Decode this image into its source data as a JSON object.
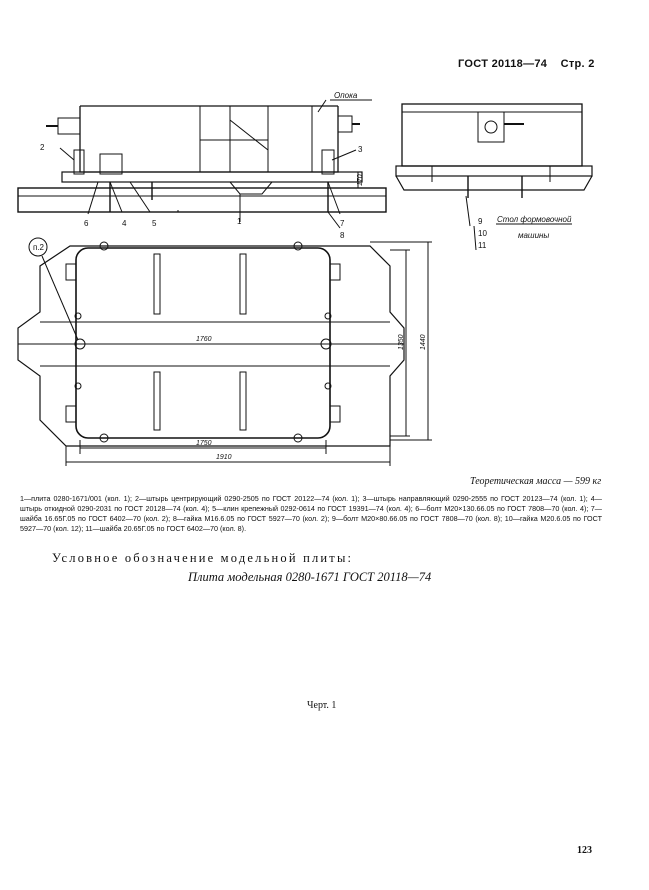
{
  "header": {
    "standard": "ГОСТ 20118—74",
    "page": "Стр. 2"
  },
  "drawing_labels": {
    "opoka": "Опока",
    "stol": "Стол формовочной",
    "mashiny": "машины",
    "view_p": "п.2",
    "callouts": [
      "1",
      "2",
      "3",
      "4",
      "5",
      "6",
      "7",
      "8",
      "9",
      "10",
      "11"
    ],
    "dims": {
      "d1760": "1760",
      "d1750": "1750",
      "d1910": "1910",
      "d1350": "1350",
      "d1440": "1440",
      "d170": "170"
    }
  },
  "mass": "Теоретическая масса — 599 кг",
  "legend": "1—плита 0280-1671/001 (кол. 1); 2—штырь центрирующий 0290-2505 по ГОСТ 20122—74 (кол. 1); 3—штырь направляющий 0290-2555 по ГОСТ 20123—74 (кол. 1); 4—штырь откидной 0290-2031 по ГОСТ 20128—74 (кол. 4); 5—клин крепежный 0292-0614 по ГОСТ 19391—74 (кол. 4); 6—болт М20×130.66.05 по ГОСТ 7808—70 (кол. 4); 7—шайба 16.65Г.05 по ГОСТ 6402—70 (кол. 2); 8—гайка М16.6.05 по ГОСТ 5927—70 (кол. 2); 9—болт М20×80.66.05 по ГОСТ 7808—70 (кол. 8); 10—гайка М20.6.05 по ГОСТ 5927—70 (кол. 12); 11—шайба 20.65Г.05 по ГОСТ 6402—70 (кол. 8).",
  "designation_title": "Условное обозначение модельной плиты:",
  "designation_example": "Плита модельная 0280-1671 ГОСТ 20118—74",
  "figure_caption": "Черт. 1",
  "page_number": "123"
}
